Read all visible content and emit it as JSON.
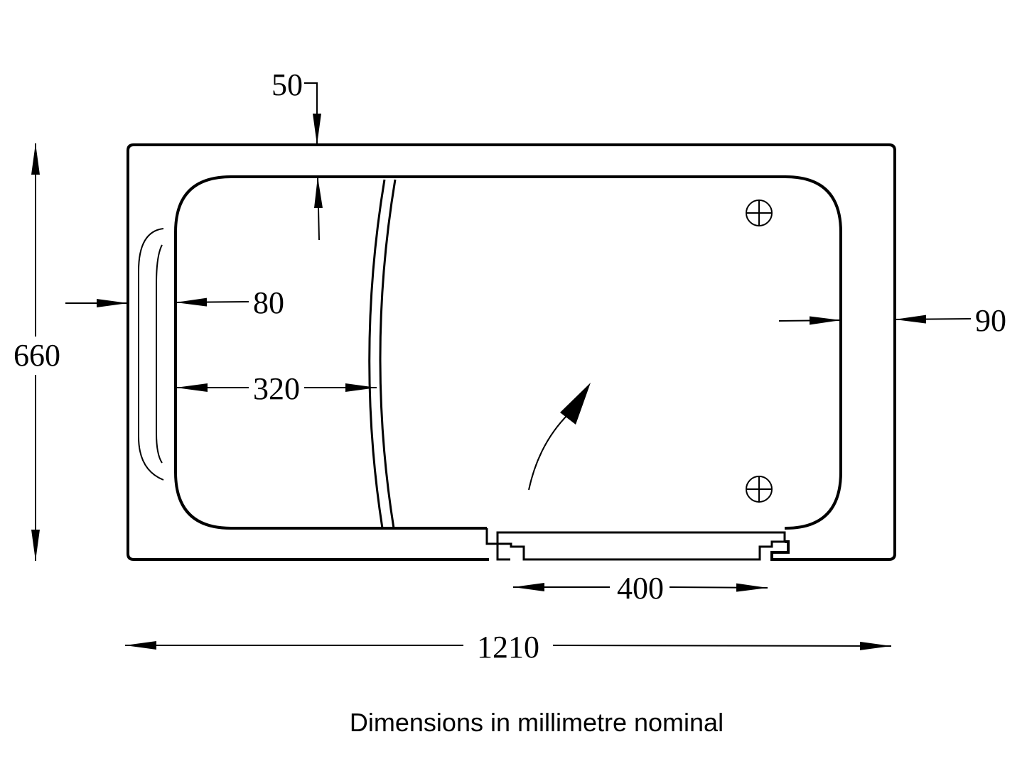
{
  "dimensions": {
    "depth_total": "660",
    "length_total": "1210",
    "rim_top": "50",
    "rim_left": "80",
    "rim_right": "90",
    "seat_width": "320",
    "door_width": "400"
  },
  "caption": "Dimensions in millimetre nominal",
  "colors": {
    "line": "#000000",
    "background": "#ffffff"
  }
}
